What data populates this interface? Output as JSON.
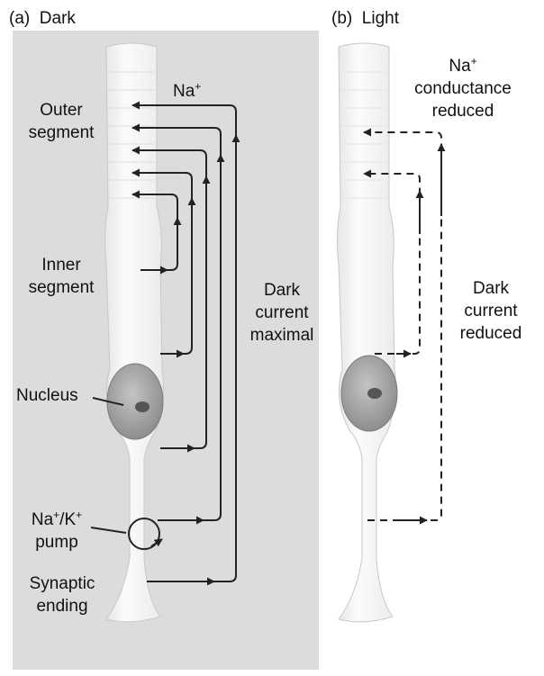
{
  "panels": {
    "a": {
      "tag": "(a)",
      "title": "Dark"
    },
    "b": {
      "tag": "(b)",
      "title": "Light"
    }
  },
  "labels_a": {
    "na_ion": "Na",
    "na_ion_charge": "+",
    "outer_segment_line1": "Outer",
    "outer_segment_line2": "segment",
    "inner_segment_line1": "Inner",
    "inner_segment_line2": "segment",
    "nucleus": "Nucleus",
    "pump_na": "Na",
    "pump_na_charge": "+",
    "pump_slash_k": "/K",
    "pump_k_charge": "+",
    "pump_word": "pump",
    "synaptic_line1": "Synaptic",
    "synaptic_line2": "ending",
    "dark_current_line1": "Dark",
    "dark_current_line2": "current",
    "dark_current_line3": "maximal"
  },
  "labels_b": {
    "na_ion": "Na",
    "na_ion_charge": "+",
    "conductance_line1": "conductance",
    "conductance_line2": "reduced",
    "dark_current_line1": "Dark",
    "dark_current_line2": "current",
    "dark_current_line3": "reduced"
  },
  "colors": {
    "panel_a_background": "#dcdcdc",
    "cell_fill": "#f4f4f4",
    "nucleus_fill": "#aaaaaa",
    "arrow": "#222222"
  }
}
